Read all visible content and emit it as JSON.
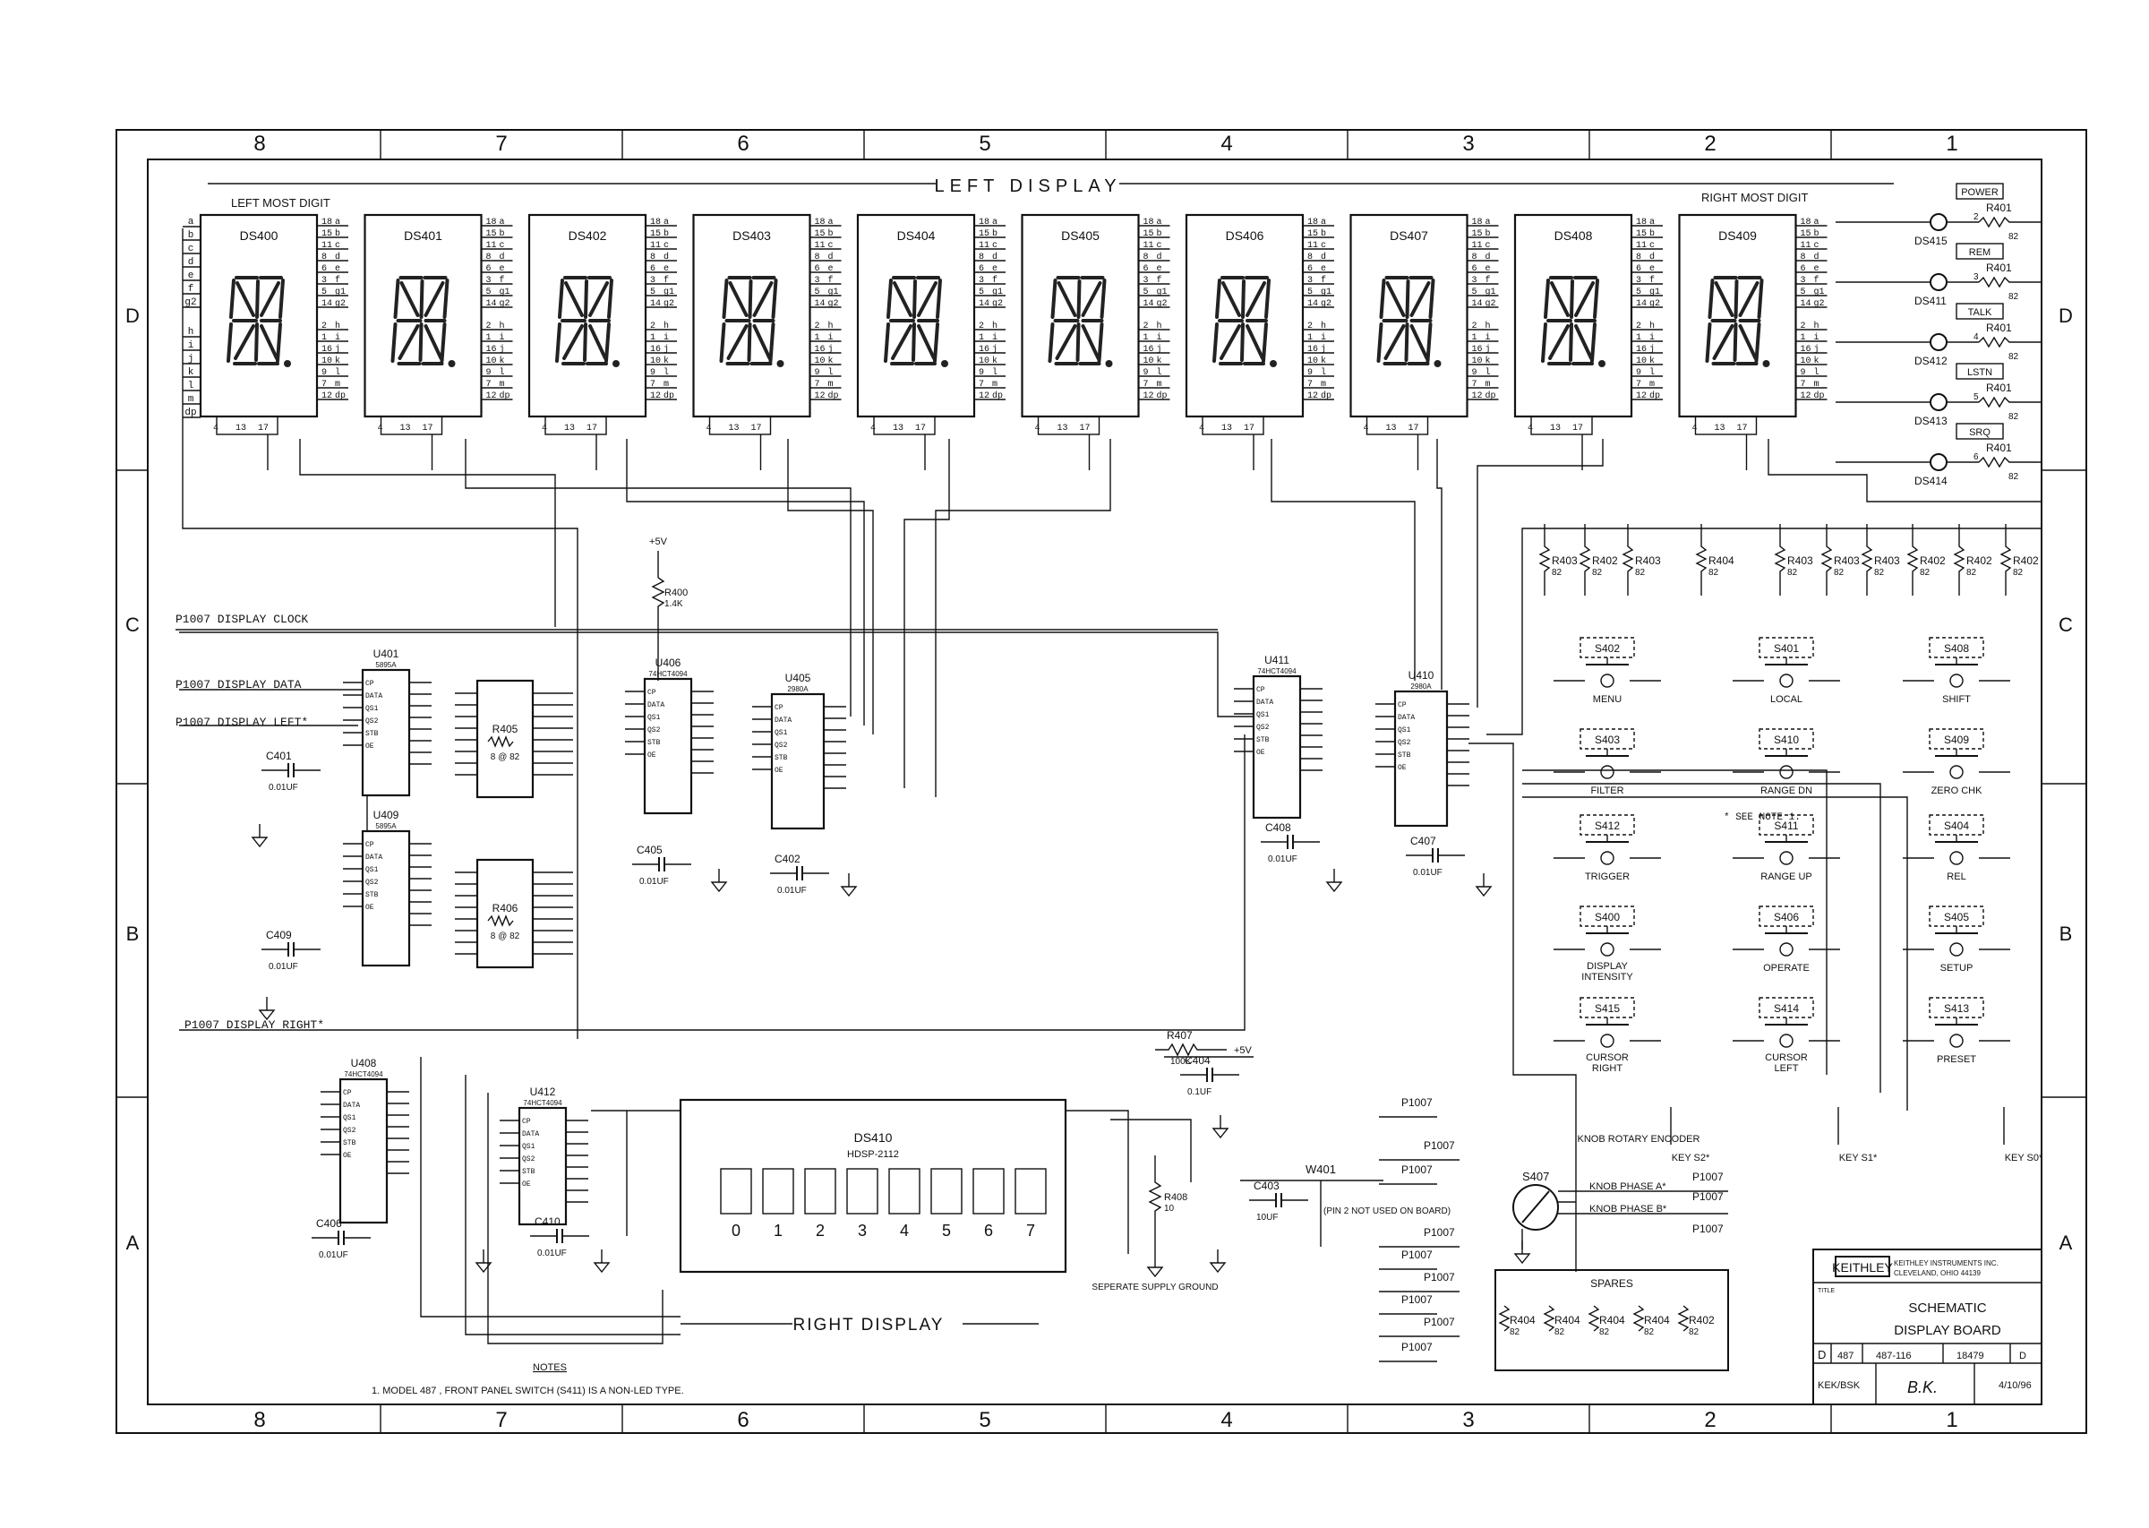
{
  "border": {
    "cols_top": [
      "8",
      "7",
      "6",
      "5",
      "4",
      "3",
      "2",
      "1"
    ],
    "cols_bottom": [
      "8",
      "7",
      "6",
      "5",
      "4",
      "3",
      "2",
      "1"
    ],
    "rows": [
      "D",
      "C",
      "B",
      "A"
    ]
  },
  "left_display": {
    "title": "LEFT DISPLAY",
    "left_note": "LEFT MOST DIGIT",
    "right_note": "RIGHT MOST DIGIT",
    "digits": [
      "DS400",
      "DS401",
      "DS402",
      "DS403",
      "DS404",
      "DS405",
      "DS406",
      "DS407",
      "DS408",
      "DS409"
    ],
    "pins_right": [
      "18",
      "15",
      "11",
      "8",
      "6",
      "3",
      "5",
      "14",
      "2",
      "1",
      "16",
      "10",
      "9",
      "7",
      "12"
    ],
    "segs_right": [
      "a",
      "b",
      "c",
      "d",
      "e",
      "f",
      "g1",
      "g2",
      "h",
      "i",
      "j",
      "k",
      "l",
      "m",
      "dp"
    ],
    "segs_left": [
      "a",
      "b",
      "c",
      "d",
      "e",
      "f",
      "g2",
      "h",
      "i",
      "j",
      "k",
      "l",
      "m",
      "dp"
    ],
    "bottom_pins": [
      "4",
      "13",
      "17"
    ]
  },
  "status_leds": [
    {
      "label": "POWER",
      "ref": "DS415",
      "res": "R401",
      "pin": "2",
      "val": "82"
    },
    {
      "label": "REM",
      "ref": "DS411",
      "res": "R401",
      "pin": "3",
      "val": "82"
    },
    {
      "label": "TALK",
      "ref": "DS412",
      "res": "R401",
      "pin": "4",
      "val": "82"
    },
    {
      "label": "LSTN",
      "ref": "DS413",
      "res": "R401",
      "pin": "5",
      "val": "82"
    },
    {
      "label": "SRQ",
      "ref": "DS414",
      "res": "R401",
      "pin": "6",
      "val": "82"
    }
  ],
  "signals": {
    "clock": "P1007 DISPLAY CLOCK",
    "data": "P1007 DISPLAY DATA",
    "left": "P1007 DISPLAY LEFT*",
    "right": "P1007 DISPLAY RIGHT*",
    "plus5": "+5V"
  },
  "ics": [
    {
      "ref": "U401",
      "part": "5895A"
    },
    {
      "ref": "U409",
      "part": "5895A"
    },
    {
      "ref": "U406",
      "part": "74HCT4094"
    },
    {
      "ref": "U405",
      "part": "2980A"
    },
    {
      "ref": "U411",
      "part": "74HCT4094"
    },
    {
      "ref": "U410",
      "part": "2980A"
    },
    {
      "ref": "U408",
      "part": "74HCT4094"
    },
    {
      "ref": "U412",
      "part": "74HCT4094"
    }
  ],
  "resnets": [
    {
      "ref": "R405",
      "val": "8 @ 82"
    },
    {
      "ref": "R406",
      "val": "8 @ 82"
    },
    {
      "ref": "R400",
      "val": "1.4K"
    },
    {
      "ref": "R407",
      "val": "100K"
    },
    {
      "ref": "R408",
      "val": "10"
    }
  ],
  "caps": [
    {
      "ref": "C401",
      "val": "0.01UF"
    },
    {
      "ref": "C409",
      "val": "0.01UF"
    },
    {
      "ref": "C405",
      "val": "0.01UF"
    },
    {
      "ref": "C402",
      "val": "0.01UF"
    },
    {
      "ref": "C408",
      "val": "0.01UF"
    },
    {
      "ref": "C407",
      "val": "0.01UF"
    },
    {
      "ref": "C404",
      "val": "0.1UF"
    },
    {
      "ref": "C406",
      "val": "0.01UF"
    },
    {
      "ref": "C410",
      "val": "0.01UF"
    },
    {
      "ref": "C403",
      "val": "10UF"
    }
  ],
  "switches": [
    {
      "ref": "S402",
      "label": "MENU"
    },
    {
      "ref": "S401",
      "label": "LOCAL"
    },
    {
      "ref": "S408",
      "label": "SHIFT"
    },
    {
      "ref": "S403",
      "label": "FILTER"
    },
    {
      "ref": "S410",
      "label": "RANGE DN"
    },
    {
      "ref": "S409",
      "label": "ZERO CHK"
    },
    {
      "ref": "S412",
      "label": "TRIGGER"
    },
    {
      "ref": "S411",
      "label": "RANGE UP"
    },
    {
      "ref": "S404",
      "label": "REL"
    },
    {
      "ref": "S400",
      "label": "DISPLAY INTENSITY"
    },
    {
      "ref": "S406",
      "label": "OPERATE"
    },
    {
      "ref": "S405",
      "label": "SETUP"
    },
    {
      "ref": "S415",
      "label": "CURSOR RIGHT"
    },
    {
      "ref": "S414",
      "label": "CURSOR LEFT"
    },
    {
      "ref": "S413",
      "label": "PRESET"
    }
  ],
  "key_resistors": [
    "R403",
    "R402",
    "R403",
    "R404",
    "R403",
    "R403",
    "R403",
    "R402",
    "R402",
    "R402"
  ],
  "keys": [
    "KEY S2*",
    "KEY S1*",
    "KEY S0*"
  ],
  "see_note": "* SEE NOTE 1.",
  "right_display": {
    "title": "RIGHT DISPLAY",
    "ref": "DS410",
    "part": "HDSP-2112",
    "chars": [
      "0",
      "1",
      "2",
      "3",
      "4",
      "5",
      "6",
      "7"
    ],
    "supply_note": "SEPERATE SUPPLY GROUND"
  },
  "encoder": {
    "title": "KNOB ROTARY ENCODER",
    "ref": "S407",
    "phase_a": "KNOB PHASE A*",
    "phase_b": "KNOB PHASE B*",
    "w401": "W401",
    "pin2_note": "(PIN 2 NOT USED ON BOARD)"
  },
  "spares": {
    "title": "SPARES",
    "items": [
      "R404",
      "R404",
      "R404",
      "R404",
      "R402"
    ]
  },
  "notes": {
    "title": "NOTES",
    "text": "1. MODEL 487 , FRONT PANEL SWITCH (S411) IS A NON-LED TYPE."
  },
  "title_block": {
    "company": "KEITHLEY",
    "company_full": "KEITHLEY INSTRUMENTS INC.",
    "city": "CLEVELAND, OHIO 44139",
    "title_lbl": "TITLE",
    "title1": "SCHEMATIC",
    "title2": "DISPLAY BOARD",
    "size": "D",
    "model": "487",
    "dwg": "487-116",
    "eco": "18479",
    "rev": "D",
    "drawn": "KEK/BSK",
    "approved": "B.K.",
    "date": "4/10/96"
  }
}
